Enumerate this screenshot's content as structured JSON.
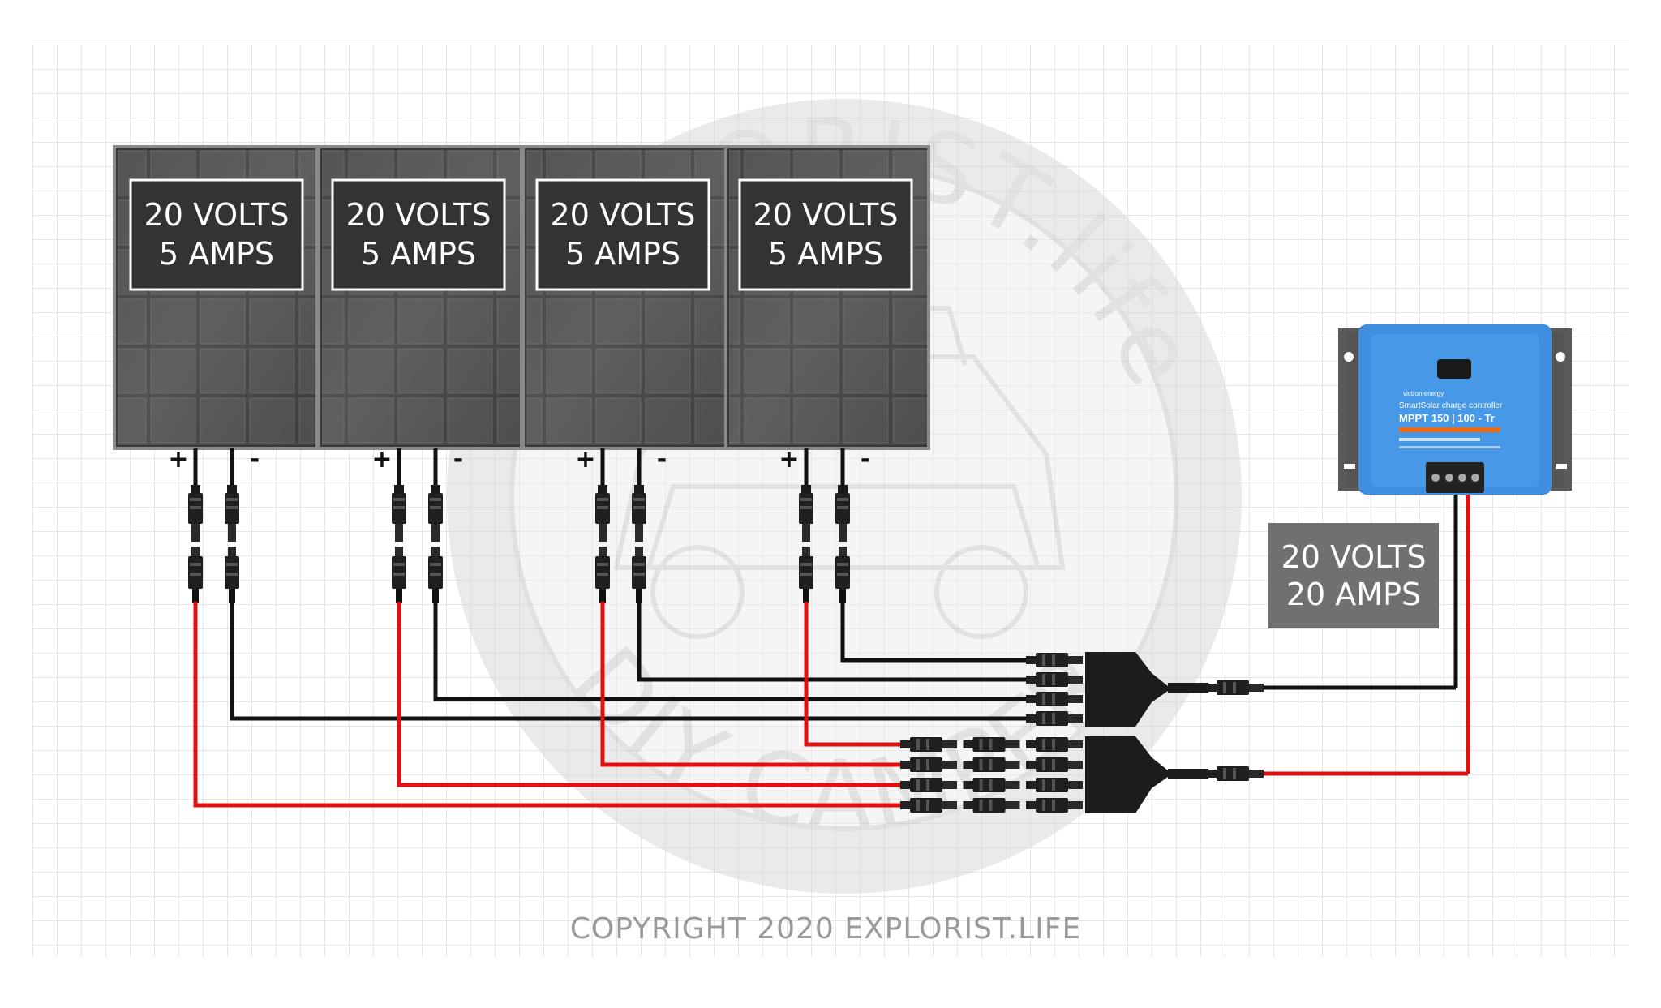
{
  "panels": [
    {
      "volts": "20 VOLTS",
      "amps": "5 AMPS",
      "pos": "+",
      "neg": "-"
    },
    {
      "volts": "20 VOLTS",
      "amps": "5 AMPS",
      "pos": "+",
      "neg": "-"
    },
    {
      "volts": "20 VOLTS",
      "amps": "5 AMPS",
      "pos": "+",
      "neg": "-"
    },
    {
      "volts": "20 VOLTS",
      "amps": "5 AMPS",
      "pos": "+",
      "neg": "-"
    }
  ],
  "combined": {
    "volts": "20 VOLTS",
    "amps": "20 AMPS"
  },
  "controller": {
    "brand": "victron energy",
    "line1": "SmartSolar charge controller",
    "model": "MPPT 150 | 100 - Tr"
  },
  "watermark": {
    "top": "EXPLORIST.life",
    "bottom": "DIY CAMPER"
  },
  "copyright": "COPYRIGHT 2020 EXPLORIST.LIFE",
  "colors": {
    "positive_wire": "#e01010",
    "negative_wire": "#111111",
    "panel": "#3e3e3e",
    "label_bg": "#333333",
    "controller": "#3f8fe0",
    "combined_bg": "#707070"
  }
}
